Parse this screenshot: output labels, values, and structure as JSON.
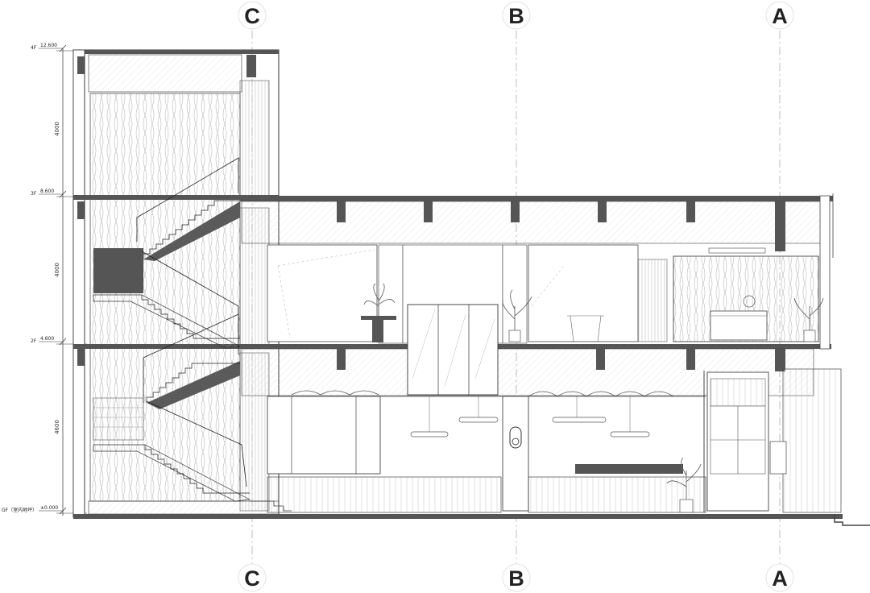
{
  "grid_axes": [
    {
      "id": "C",
      "label": "C"
    },
    {
      "id": "B",
      "label": "B"
    },
    {
      "id": "A",
      "label": "A"
    }
  ],
  "levels": [
    {
      "id": "4f",
      "name": "4F",
      "elevation": "12.600"
    },
    {
      "id": "3f",
      "name": "3F",
      "elevation": "8.600"
    },
    {
      "id": "2f",
      "name": "2F",
      "elevation": "4.600"
    },
    {
      "id": "gf",
      "name": "GF（室内地坪）",
      "elevation": "±0.000"
    }
  ],
  "dimensions": [
    {
      "id": "d1",
      "value": "4000"
    },
    {
      "id": "d2",
      "value": "4000"
    },
    {
      "id": "d3",
      "value": "4600"
    }
  ],
  "colors": {
    "line": "#333333",
    "slab": "#555555",
    "dark": "#444444",
    "grid": "#999999",
    "pattern": "#bbbbbb"
  }
}
